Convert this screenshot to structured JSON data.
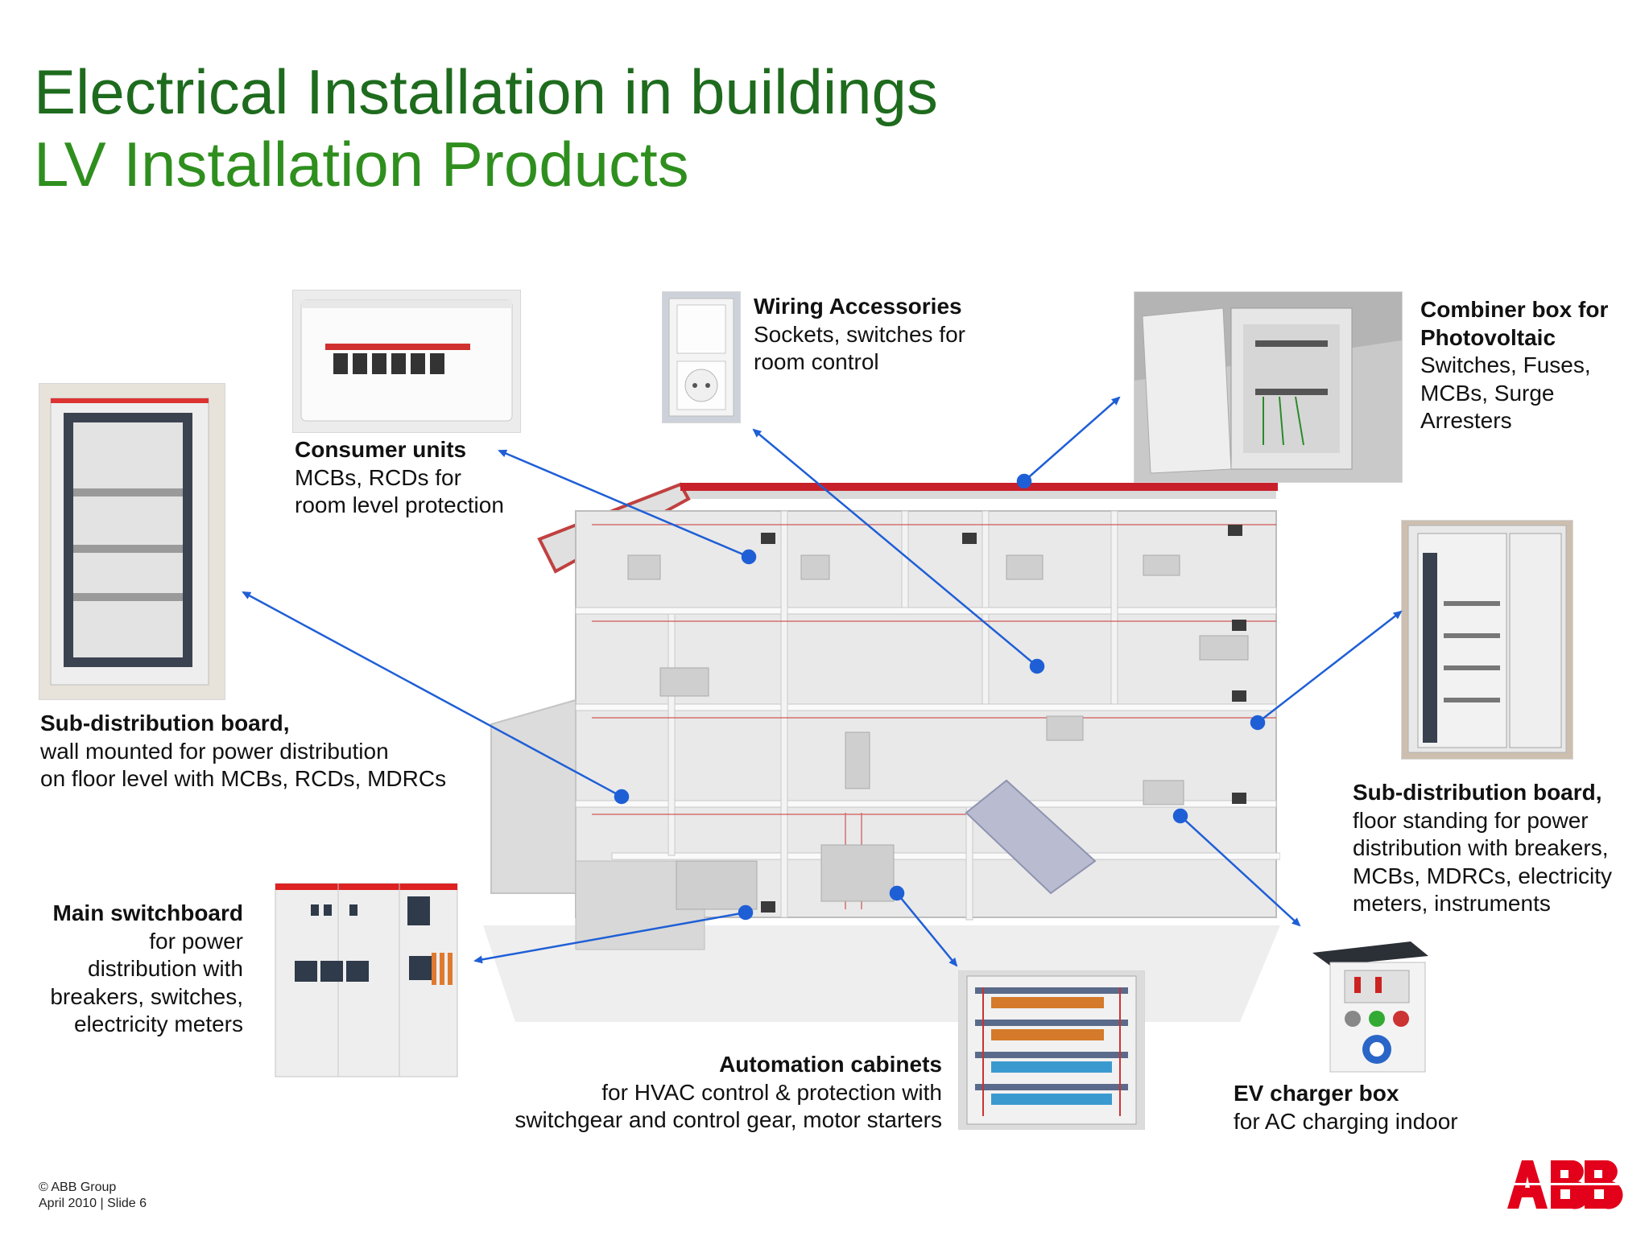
{
  "slide": {
    "title": "Electrical Installation in buildings",
    "subtitle": "LV Installation Products"
  },
  "callouts": {
    "consumer_units": {
      "heading": "Consumer units",
      "lines": [
        "MCBs, RCDs for",
        "room level protection"
      ]
    },
    "wiring": {
      "heading": "Wiring Accessories",
      "lines": [
        "Sockets, switches for",
        "room control"
      ]
    },
    "combiner": {
      "heading_lines": [
        "Combiner box for",
        "Photovoltaic"
      ],
      "lines": [
        "Switches, Fuses,",
        "MCBs, Surge",
        "Arresters"
      ]
    },
    "subdist_wall": {
      "heading": "Sub-distribution board,",
      "lines": [
        "wall mounted for power distribution",
        "on floor level with MCBs, RCDs, MDRCs"
      ]
    },
    "subdist_floor": {
      "heading": "Sub-distribution board,",
      "lines": [
        "floor standing for power",
        "distribution with breakers,",
        "MCBs, MDRCs, electricity",
        "meters, instruments"
      ]
    },
    "main_switchboard": {
      "heading": "Main switchboard",
      "lines": [
        "for power",
        "distribution with",
        "breakers, switches,",
        "electricity meters"
      ]
    },
    "automation": {
      "heading": "Automation cabinets",
      "lines": [
        "for HVAC control & protection with",
        "switchgear and control gear, motor starters"
      ]
    },
    "ev_charger": {
      "heading": "EV charger box",
      "lines": [
        "for AC charging indoor"
      ]
    }
  },
  "footer": {
    "copyright": "© ABB Group",
    "date_slide": "April 2010 | Slide 6"
  },
  "colors": {
    "title_dark_green": "#1e6b1e",
    "title_green": "#2f8f1e",
    "arrow_blue": "#1f5fd6",
    "abb_red": "#e2001a"
  },
  "icons": [
    "abb-logo",
    "building-cutaway",
    "consumer-unit-photo",
    "wall-switch-socket-photo",
    "pv-combiner-box-photo",
    "wall-sub-distribution-photo",
    "floor-sub-distribution-photo",
    "main-switchboard-photo",
    "automation-cabinet-photo",
    "ev-charger-box-photo"
  ]
}
